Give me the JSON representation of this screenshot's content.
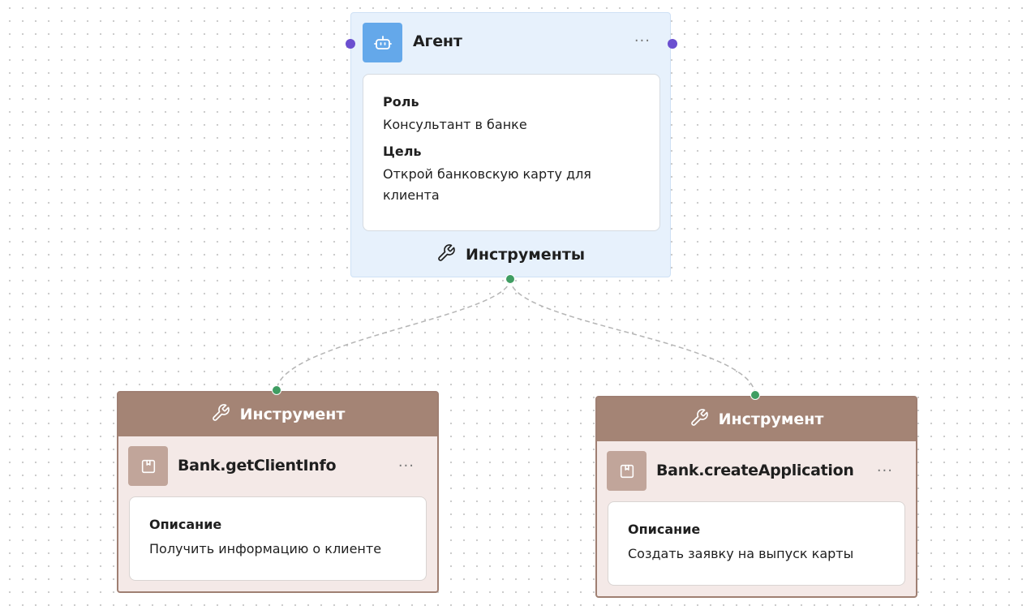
{
  "agent": {
    "title": "Агент",
    "icon": "robot-icon",
    "more": "···",
    "accent": "#64a8ea",
    "role_label": "Роль",
    "role_value": "Консультант в банке",
    "goal_label": "Цель",
    "goal_value": "Открой банковскую карту для клиента",
    "tools_label": "Инструменты",
    "tools_icon": "wrench-icon"
  },
  "tools": [
    {
      "banner_label": "Инструмент",
      "banner_icon": "wrench-icon",
      "name": "Bank.getClientInfo",
      "icon": "bookmark-icon",
      "more": "···",
      "description_label": "Описание",
      "description_value": "Получить информацию о клиенте"
    },
    {
      "banner_label": "Инструмент",
      "banner_icon": "wrench-icon",
      "name": "Bank.createApplication",
      "icon": "bookmark-icon",
      "more": "···",
      "description_label": "Описание",
      "description_value": "Создать заявку на выпуск карты"
    }
  ],
  "colors": {
    "agent_bg": "#e7f1fc",
    "tool_bg": "#f4e9e7",
    "tool_banner": "#a48475",
    "handle_side": "#6b4fd0",
    "handle_connection": "#3f9d62",
    "edge": "#b5b5b5"
  }
}
